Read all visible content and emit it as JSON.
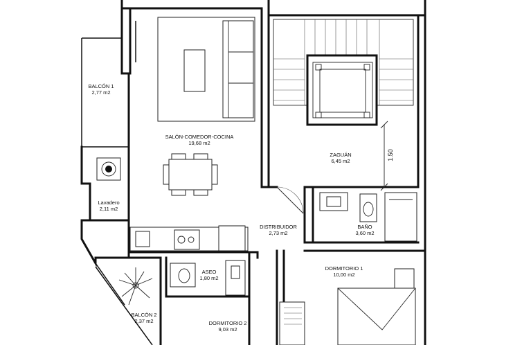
{
  "rooms": [
    {
      "key": "balcon1",
      "name": "BALCÓN 1",
      "area": "2,77 m2"
    },
    {
      "key": "salon",
      "name": "SALÓN-COMEDOR-COCINA",
      "area": "19,68 m2"
    },
    {
      "key": "zaguan",
      "name": "ZAGUÁN",
      "area": "6,45 m2"
    },
    {
      "key": "lavadero",
      "name": "Lavadero",
      "area": "2,11 m2"
    },
    {
      "key": "distribuidor",
      "name": "DISTRIBUIDOR",
      "area": "2,73 m2"
    },
    {
      "key": "bano",
      "name": "BAÑO",
      "area": "3,60 m2"
    },
    {
      "key": "aseo",
      "name": "ASEO",
      "area": "1,80 m2"
    },
    {
      "key": "dormitorio1",
      "name": "DORMITORIO 1",
      "area": "10,00 m2"
    },
    {
      "key": "balcon2",
      "name": "BALCÓN 2",
      "area": "2,37 m2"
    },
    {
      "key": "dormitorio2",
      "name": "DORMITORIO 2",
      "area": "9,03 m2"
    }
  ],
  "dimension": "1.50"
}
